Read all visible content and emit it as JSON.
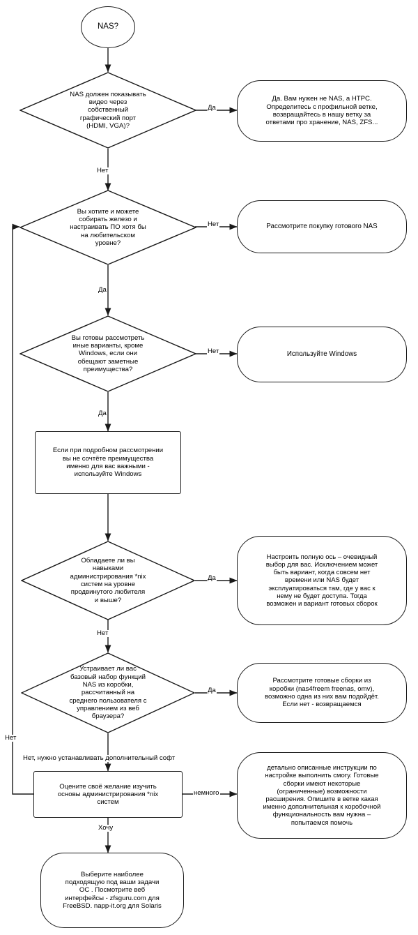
{
  "diagram": {
    "title": "NAS selection flowchart",
    "stroke_color": "#1a1a1a",
    "background_color": "#ffffff",
    "text_color": "#000000"
  },
  "nodes": {
    "start": {
      "shape": "oval",
      "text": "NAS?"
    },
    "d1": {
      "shape": "diamond",
      "text": "NAS должен показывать\nвидео через\nсобственный\nграфический порт\n(HDMI, VGA)?"
    },
    "r1": {
      "shape": "stadium",
      "text": "Да. Вам нужен не NAS, а HTPC.\nОпределитесь с профильной ветке,\nвозвращайтесь в нашу ветку за\nответами про хранение, NAS, ZFS..."
    },
    "d2": {
      "shape": "diamond",
      "text": "Вы хотите и можете\nсобирать железо и\nнастраивать ПО хотя бы\nна любительском\nуровне?"
    },
    "r2": {
      "shape": "stadium",
      "text": "Рассмотрите покупку готового NAS"
    },
    "d3": {
      "shape": "diamond",
      "text": "Вы готовы рассмотреть\nиные варианты, кроме\nWindows, если они\nобещают заметные\nпреимущества?"
    },
    "r3": {
      "shape": "stadium",
      "text": "Используйте Windows"
    },
    "b1": {
      "shape": "rect",
      "text": "Если при подробном рассмотрении\nвы не сочтёте преимущества\nименно для вас важными -\nиспользуйте Windows"
    },
    "d4": {
      "shape": "diamond",
      "text": "Обладаете ли вы\nнавыками\nадминистрирования *nix\nсистем на уровне\nпродвинутого любителя\nи выше?"
    },
    "r4": {
      "shape": "stadium",
      "text": "Настроить полную ось – очевидный\nвыбор для вас. Исключением может\nбыть вариант, когда совсем нет\nвремени или NAS будет\nэксплуатироваться там, где у вас к\nнему не будет доступа. Тогда\nвозможен и вариант готовых сборок"
    },
    "d5": {
      "shape": "diamond",
      "text": "Устраивает ли вас\nбазовый набор функций\nNAS из коробки,\nрассчитанный на\nсреднего пользователя с\nуправлением из веб\nбраузера?"
    },
    "r5": {
      "shape": "stadium",
      "text": "Рассмотрите готовые сборки из\nкоробки (nas4freem freenas, omv),\nвозможно одна из них вам подойдёт.\nЕсли нет - возвращаемся"
    },
    "b2": {
      "shape": "rect",
      "text": "Оцените своё желание изучить\nосновы администрирования *nix\nсистем"
    },
    "r6": {
      "shape": "stadium",
      "text": "детально описанные инструкции по\nнастройке выполнить смогу. Готовые\nсборки имеют некоторые\n(ограниченные) возможности\nрасширения. Опишите в ветке какая\nименно дополнительная к коробочной\nфункциональность вам нужна –\nпопытаемся помочь"
    },
    "r7": {
      "shape": "stadium",
      "text": "Выберите наиболее\nподходящую под ваши задачи\nОС . Посмотрите веб\nинтерфейсы - zfsguru.com для\nFreeBSD.  napp-it.org для Solaris"
    }
  },
  "edge_labels": {
    "d1_yes": "Да",
    "d1_no": "Нет",
    "d2_no": "Нет",
    "d2_yes": "Да",
    "d3_no": "Нет",
    "d3_yes": "Да",
    "d4_yes": "Да",
    "d4_no": "Нет",
    "d5_yes": "Да",
    "d5_no": "Нет, нужно устанавливать дополнительный софт",
    "loopback_no": "Нет",
    "b2_some": "немного",
    "b2_want": "Хочу"
  }
}
